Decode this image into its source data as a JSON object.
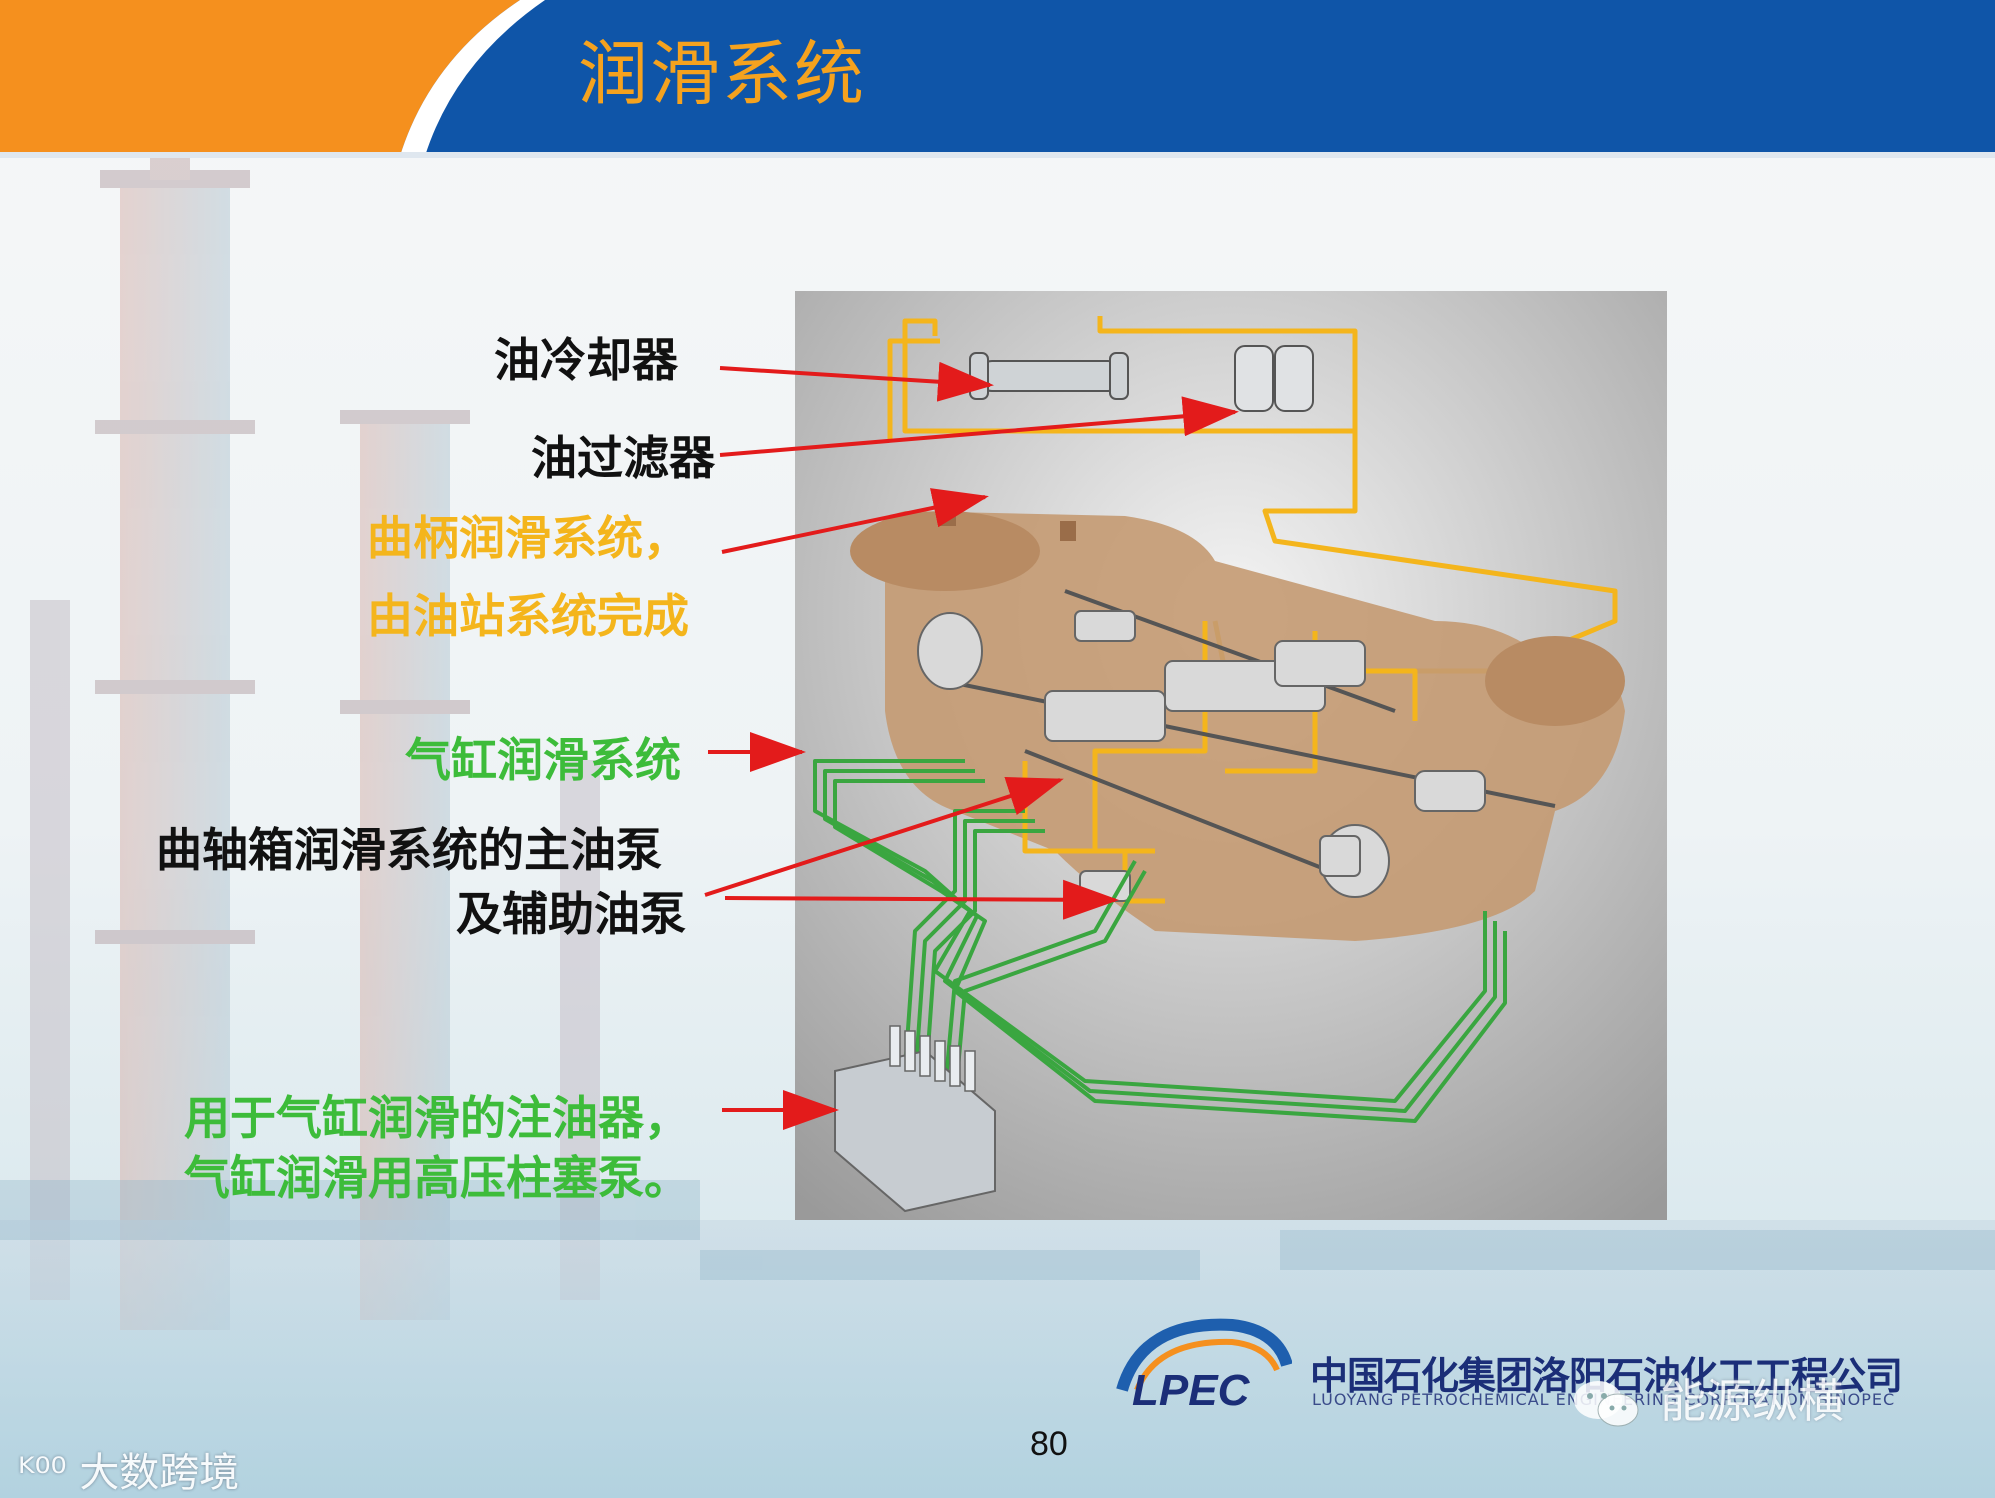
{
  "header": {
    "title": "润滑系统",
    "colors": {
      "orange": "#f5901e",
      "blue": "#0f55a8",
      "title": "#f5a21e"
    }
  },
  "labels": {
    "oil_cooler": "油冷却器",
    "oil_filter": "油过滤器",
    "crank_lube_line1": "曲柄润滑系统，",
    "crank_lube_line2": "由油站系统完成",
    "cylinder_lube": "气缸润滑系统",
    "pump_line1": "曲轴箱润滑系统的主油泵",
    "pump_line2": "及辅助油泵",
    "lubricator_line1": "用于气缸润滑的注油器，",
    "lubricator_line2": "气缸润滑用高压柱塞泵。"
  },
  "footer": {
    "page_number": "80",
    "logo_text": "LPEC",
    "company_cn": "中国石化集团洛阳石油化工工程公司",
    "company_en": "LUOYANG PETROCHEMICAL ENGINEERING CORPORATION SINOPEC",
    "wechat_name": "能源纵横",
    "watermark": "大数跨境"
  },
  "colors": {
    "arrow": "#e31b1b",
    "oil_line": "#f4b51c",
    "cylinder_line": "#3aa640",
    "casing": "#c49a72"
  }
}
